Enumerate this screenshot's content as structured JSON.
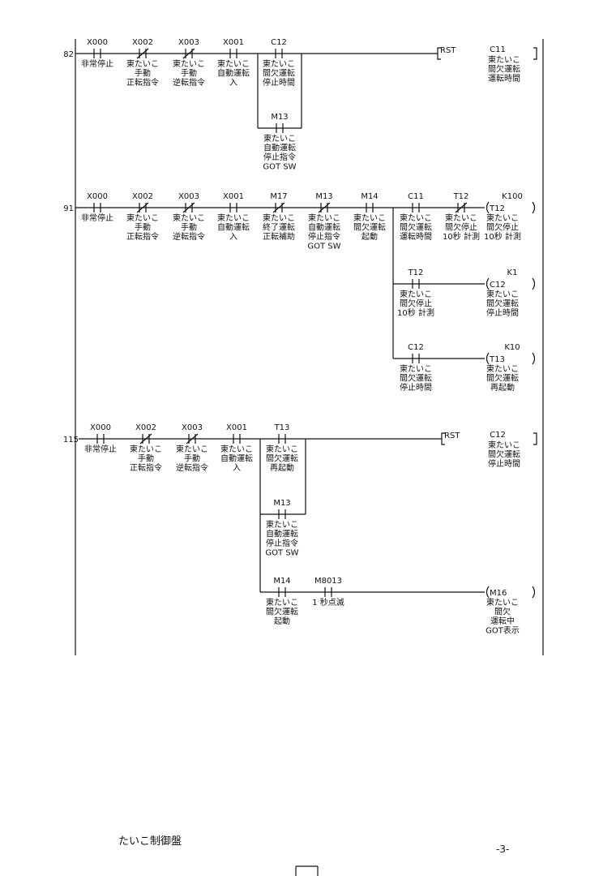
{
  "rungs": [
    {
      "step": "82",
      "contacts": [
        {
          "type": "NO",
          "addr": "X000",
          "comment": [
            "非常停止"
          ]
        },
        {
          "type": "NC",
          "addr": "X002",
          "comment": [
            "東たいこ",
            "手動",
            "正転指令"
          ]
        },
        {
          "type": "NC",
          "addr": "X003",
          "comment": [
            "東たいこ",
            "手動",
            "逆転指令"
          ]
        },
        {
          "type": "NO",
          "addr": "X001",
          "comment": [
            "東たいこ",
            "自動運転",
            "入"
          ]
        },
        {
          "type": "NO",
          "addr": "C12",
          "comment": [
            "東たいこ",
            "間欠運転",
            "停止時間"
          ]
        }
      ],
      "branches": [
        {
          "type": "NO",
          "addr": "M13",
          "comment": [
            "東たいこ",
            "自動運転",
            "停止指令",
            "GOT SW"
          ]
        }
      ],
      "outputs": [
        {
          "kind": "RST",
          "label": "RST",
          "addr": "C11",
          "comment": [
            "東たいこ",
            "間欠運転",
            "運転時間"
          ]
        }
      ]
    },
    {
      "step": "91",
      "contacts": [
        {
          "type": "NO",
          "addr": "X000",
          "comment": [
            "非常停止"
          ]
        },
        {
          "type": "NC",
          "addr": "X002",
          "comment": [
            "東たいこ",
            "手動",
            "正転指令"
          ]
        },
        {
          "type": "NC",
          "addr": "X003",
          "comment": [
            "東たいこ",
            "手動",
            "逆転指令"
          ]
        },
        {
          "type": "NO",
          "addr": "X001",
          "comment": [
            "東たいこ",
            "自動運転",
            "入"
          ]
        },
        {
          "type": "NC",
          "addr": "M17",
          "comment": [
            "東たいこ",
            "終了運転",
            "正転補助"
          ]
        },
        {
          "type": "NC",
          "addr": "M13",
          "comment": [
            "東たいこ",
            "自動運転",
            "停止指令",
            "GOT SW"
          ]
        },
        {
          "type": "NO",
          "addr": "M14",
          "comment": [
            "東たいこ",
            "間欠運転",
            "起動"
          ]
        },
        {
          "type": "NO",
          "addr": "C11",
          "comment": [
            "東たいこ",
            "間欠運転",
            "運転時間"
          ]
        },
        {
          "type": "NC",
          "addr": "T12",
          "comment": [
            "東たいこ",
            "間欠停止",
            "10秒 計測"
          ]
        }
      ],
      "outputs": [
        {
          "kind": "coil",
          "label": "T12",
          "addr": "K100",
          "comment": [
            "東たいこ",
            "間欠停止",
            "10秒 計測"
          ]
        }
      ],
      "sub": [
        {
          "contact": {
            "type": "NO",
            "addr": "T12",
            "comment": [
              "東たいこ",
              "間欠停止",
              "10秒 計測"
            ]
          },
          "output": {
            "kind": "coil",
            "label": "C12",
            "addr": "K1",
            "comment": [
              "東たいこ",
              "間欠運転",
              "停止時間"
            ]
          }
        },
        {
          "contact": {
            "type": "NO",
            "addr": "C12",
            "comment": [
              "東たいこ",
              "間欠運転",
              "停止時間"
            ]
          },
          "output": {
            "kind": "coil",
            "label": "T13",
            "addr": "K10",
            "comment": [
              "東たいこ",
              "間欠運転",
              "再起動"
            ]
          }
        }
      ]
    },
    {
      "step": "115",
      "contacts": [
        {
          "type": "NO",
          "addr": "X000",
          "comment": [
            "非常停止"
          ]
        },
        {
          "type": "NC",
          "addr": "X002",
          "comment": [
            "東たいこ",
            "手動",
            "正転指令"
          ]
        },
        {
          "type": "NC",
          "addr": "X003",
          "comment": [
            "東たいこ",
            "手動",
            "逆転指令"
          ]
        },
        {
          "type": "NO",
          "addr": "X001",
          "comment": [
            "東たいこ",
            "自動運転",
            "入"
          ]
        },
        {
          "type": "NO",
          "addr": "T13",
          "comment": [
            "東たいこ",
            "間欠運転",
            "再起動"
          ]
        }
      ],
      "branches": [
        {
          "type": "NO",
          "addr": "M13",
          "comment": [
            "東たいこ",
            "自動運転",
            "停止指令",
            "GOT SW"
          ]
        }
      ],
      "outputs": [
        {
          "kind": "RST",
          "label": "RST",
          "addr": "C12",
          "comment": [
            "東たいこ",
            "間欠運転",
            "停止時間"
          ]
        }
      ],
      "sub": [
        {
          "contacts": [
            {
              "type": "NO",
              "addr": "M14",
              "comment": [
                "東たいこ",
                "間欠運転",
                "起動"
              ]
            },
            {
              "type": "NO",
              "addr": "M8013",
              "comment": [
                "1 秒点滅"
              ]
            }
          ],
          "output": {
            "kind": "coil",
            "label": "M16",
            "addr": "",
            "comment": [
              "東たいこ",
              "間欠",
              "運転中",
              "GOT表示"
            ]
          }
        }
      ]
    }
  ],
  "footer": {
    "title": "たいこ制御盤",
    "page": "-3-"
  }
}
